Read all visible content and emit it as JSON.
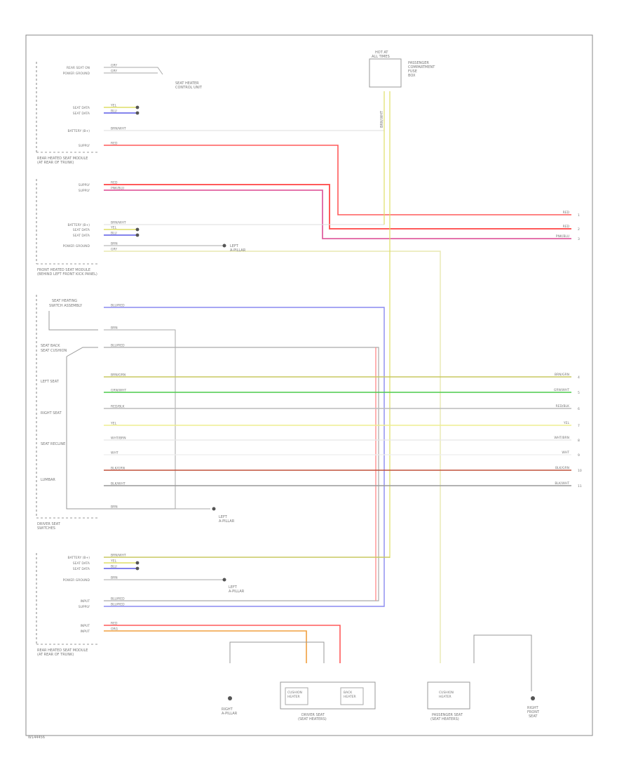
{
  "diagram_code": "W144456",
  "colors": {
    "frame": "#888888",
    "text": "#777777",
    "red": "#ff5a5a",
    "pink": "#e060a0",
    "yellow": "#dede66",
    "blue": "#5a5ae6",
    "green": "#4ccc4c",
    "white_wire": "#cfcfcf",
    "brown": "#c0503c",
    "orange": "#f0a040",
    "black": "#555555"
  },
  "modules": [
    {
      "id": "seat-heat-module-rr",
      "labels": [
        "REAR HEATED SEAT MODULE",
        "(AT REAR OF TRUNK)"
      ],
      "pins": [
        {
          "label": "REAR SEAT ON",
          "color": "GRY"
        },
        {
          "label": "POWER GROUND",
          "color": "GRY"
        },
        {
          "label": "",
          "color": ""
        },
        {
          "label": "SEAT DATA",
          "color": "YEL"
        },
        {
          "label": "SEAT DATA",
          "color": "BLU"
        },
        {
          "label": "",
          "color": ""
        },
        {
          "label": "BATTERY (B+)",
          "color": "BRN/WHT"
        },
        {
          "label": "",
          "color": ""
        },
        {
          "label": "SUPPLY",
          "color": "RED"
        }
      ]
    },
    {
      "id": "seat-heat-module-fr",
      "labels": [
        "FRONT HEATED SEAT MODULE",
        "(BEHIND LEFT FRONT KICK PANEL)"
      ],
      "pins": [
        {
          "label": "SUPPLY",
          "color": "RED"
        },
        {
          "label": "SUPPLY",
          "color": "PNK/BLU"
        },
        {
          "label": "",
          "color": ""
        },
        {
          "label": "BATTERY (B+)",
          "color": "BRN/WHT"
        },
        {
          "label": "SEAT DATA",
          "color": "YEL"
        },
        {
          "label": "SEAT DATA",
          "color": "BLU"
        },
        {
          "label": "POWER GROUND",
          "color": "BRN"
        },
        {
          "label": "",
          "color": "GRY"
        }
      ]
    },
    {
      "id": "driver-seat",
      "labels": [
        "DRIVER SEAT",
        "SWITCHES"
      ],
      "sub_labels": [
        "SEAT HEATING",
        "SWITCH ASSEMBLY",
        "SEAT BACK",
        "SEAT CUSHION",
        "LEFT SEAT",
        "RIGHT SEAT",
        "SEAT RECLINE",
        "LUMBAR"
      ],
      "pins": [
        {
          "label": "",
          "color": "BLU/RED"
        },
        {
          "label": "",
          "color": "BRN"
        },
        {
          "label": "",
          "color": "BLU/RED"
        },
        {
          "label": "",
          "color": "BRN/GRN"
        },
        {
          "label": "",
          "color": "GRN/WHT"
        },
        {
          "label": "",
          "color": "RED/BLK"
        },
        {
          "label": "",
          "color": "YEL"
        },
        {
          "label": "",
          "color": "WHT/BRN"
        },
        {
          "label": "",
          "color": "WHT"
        },
        {
          "label": "",
          "color": "BLK/GRN"
        },
        {
          "label": "",
          "color": "BLK/WHT"
        },
        {
          "label": "",
          "color": "BRN"
        }
      ]
    },
    {
      "id": "seat-heat-module-rear",
      "labels": [
        "REAR HEATED SEAT MODULE",
        "(AT REAR OF TRUNK)"
      ],
      "pins": [
        {
          "label": "BATTERY (B+)",
          "color": "BRN/WHT"
        },
        {
          "label": "SEAT DATA",
          "color": "YEL"
        },
        {
          "label": "SEAT DATA",
          "color": "BLU"
        },
        {
          "label": "POWER GROUND",
          "color": "BRN"
        },
        {
          "label": "",
          "color": ""
        },
        {
          "label": "INPUT",
          "color": "BLU/RED"
        },
        {
          "label": "SUPPLY",
          "color": "BLU/RED"
        },
        {
          "label": "",
          "color": ""
        },
        {
          "label": "INPUT",
          "color": "RED"
        },
        {
          "label": "INPUT",
          "color": "ORG"
        }
      ]
    }
  ],
  "connectors_right": [
    {
      "color": "RED",
      "num": "1"
    },
    {
      "color": "RED",
      "num": "2"
    },
    {
      "color": "PNK/BLU",
      "num": "3"
    },
    {
      "color": "BRN/GRN",
      "num": "4"
    },
    {
      "color": "GRN/WHT",
      "num": "5"
    },
    {
      "color": "RED/BLK",
      "num": "6"
    },
    {
      "color": "YEL",
      "num": "7"
    },
    {
      "color": "WHT/BRN",
      "num": "8"
    },
    {
      "color": "WHT",
      "num": "9"
    },
    {
      "color": "BLK/GRN",
      "num": "10"
    },
    {
      "color": "BLK/WHT",
      "num": "11"
    }
  ],
  "top_right_device": {
    "labels": [
      "HOT AT",
      "ALL TIMES",
      "PASSENGER",
      "COMPARTMENT",
      "FUSE",
      "BOX"
    ],
    "wire": "BRN/WHT"
  },
  "grounds": [
    {
      "id": "g-rr",
      "labels": [
        "SEAT HEATER",
        "CONTROL UNIT"
      ]
    },
    {
      "id": "g-fr",
      "labels": [
        "LEFT",
        "A-PILLAR"
      ]
    },
    {
      "id": "g-ds",
      "labels": [
        "LEFT",
        "A-PILLAR"
      ]
    },
    {
      "id": "g-rear",
      "labels": [
        "LEFT",
        "A-PILLAR"
      ]
    },
    {
      "id": "g-bottom",
      "labels": [
        "RIGHT",
        "A-PILLAR"
      ]
    }
  ],
  "bottom_components": [
    {
      "id": "driver-seat-heaters",
      "labels": [
        "DRIVER SEAT",
        "(SEAT HEATERS)"
      ],
      "sub": [
        "CUSHION",
        "HEATER",
        "BACK",
        "HEATER"
      ]
    },
    {
      "id": "passenger-seat-heaters",
      "labels": [
        "PASSENGER SEAT",
        "(SEAT HEATERS)"
      ],
      "sub": [
        "CUSHION",
        "HEATER"
      ]
    },
    {
      "id": "right-ground",
      "labels": [
        "RIGHT",
        "FRONT",
        "SEAT"
      ]
    }
  ]
}
